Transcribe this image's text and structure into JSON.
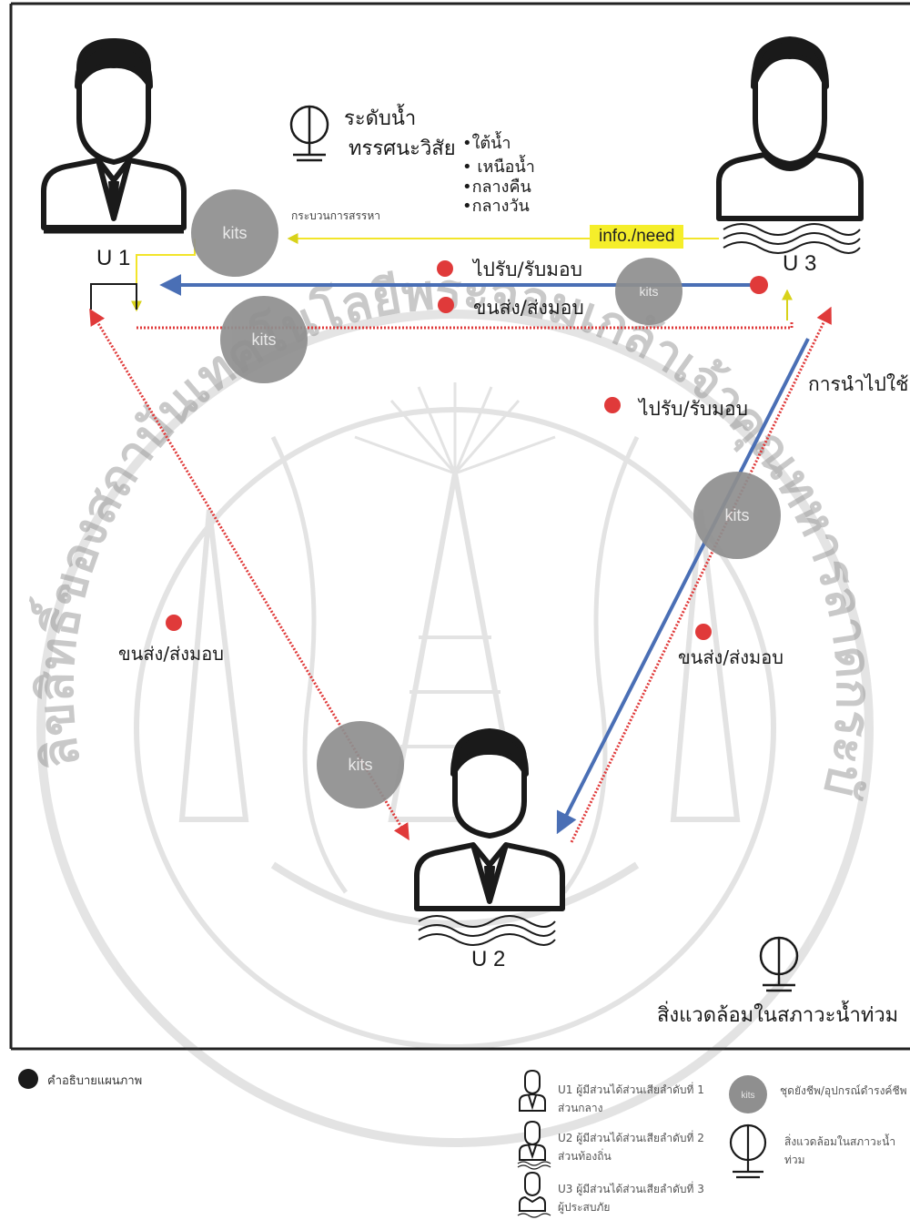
{
  "users": {
    "u1_label": "U 1",
    "u2_label": "U 2",
    "u3_label": "U 3"
  },
  "header": {
    "water_level": "ระดับน้ำ",
    "visibility": "ทรรศนะวิสัย",
    "conditions": [
      "•ใต้น้ำ",
      "• เหนือน้ำ",
      "•กลางคืน",
      "•กลางวัน"
    ]
  },
  "flows": {
    "procurement": "กระบวนการสรรหา",
    "info_need": "info./need",
    "pickup_top": "ไปรับ/รับมอบ",
    "deliver_top": "ขนส่ง/ส่งมอบ",
    "usage": "การนำไปใช้",
    "pickup_right": "ไปรับ/รับมอบ",
    "deliver_left": "ขนส่ง/ส่งมอบ",
    "deliver_right": "ขนส่ง/ส่งมอบ"
  },
  "kits_label": "kits",
  "environment_label": "สิ่งแวดล้อมในสภาวะน้ำท่วม",
  "watermark_text": "ลิขสิทธิ์ของสถาบันเทคโนโลยีพระจอมเกล้าเจ้าคุณทหารลาดกระบัง",
  "legend": {
    "title": "คำอธิบายแผนภาพ",
    "u1_line1": "U1 ผู้มีส่วนได้ส่วนเสียลำดับที่ 1",
    "u1_line2": "ส่วนกลาง",
    "u2_line1": "U2 ผู้มีส่วนได้ส่วนเสียลำดับที่ 2",
    "u2_line2": "ส่วนท้องถิ่น",
    "u3_line1": "U3 ผู้มีส่วนได้ส่วนเสียลำดับที่ 3",
    "u3_line2": "ผู้ประสบภัย",
    "kits_desc": "ชุดยังชีพ/อุปกรณ์ดำรงค์ชีพ",
    "env_desc": "สิ่งแวดล้อมในสภาวะน้ำท่วม"
  },
  "colors": {
    "red": "#e03a3a",
    "blue": "#4a6fb5",
    "yellow": "#f2e52a",
    "kit_gray": "#8f8f8f",
    "line_black": "#1a1a1a"
  }
}
